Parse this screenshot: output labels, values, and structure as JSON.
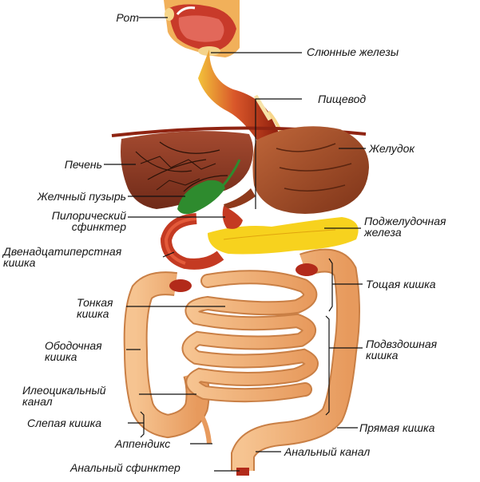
{
  "labels": {
    "mouth": "Рот",
    "salivary_glands": "Слюнные железы",
    "esophagus": "Пищевод",
    "liver": "Печень",
    "stomach": "Желудок",
    "gallbladder": "Желчный пузырь",
    "pyloric_line1": "Пилорический",
    "pyloric_line2": "сфинктер",
    "pancreas_line1": "Поджелудочная",
    "pancreas_line2": "железа",
    "duodenum_line1": "Двенадцатиперстная",
    "duodenum_line2": "кишка",
    "jejunum": "Тощая кишка",
    "small_int_line1": "Тонкая",
    "small_int_line2": "кишка",
    "colon_line1": "Ободочная",
    "colon_line2": "кишка",
    "ileum_line1": "Подвздошная",
    "ileum_line2": "кишка",
    "ileocecal_line1": "Илеоцикальный",
    "ileocecal_line2": "канал",
    "cecum": "Слепая кишка",
    "rectum": "Прямая кишка",
    "appendix": "Аппендикс",
    "anal_canal": "Анальный канал",
    "anal_sphincter": "Анальный сфинктер"
  },
  "colors": {
    "tract_red": "#b22a1a",
    "tract_dark": "#7a1608",
    "liver": "#8b3a24",
    "stomach": "#a0522d",
    "intestine": "#f2b27a",
    "intestine_edge": "#c97f45",
    "pancreas": "#f7d21e",
    "gallbladder": "#2e8b2e",
    "line": "#111111"
  }
}
